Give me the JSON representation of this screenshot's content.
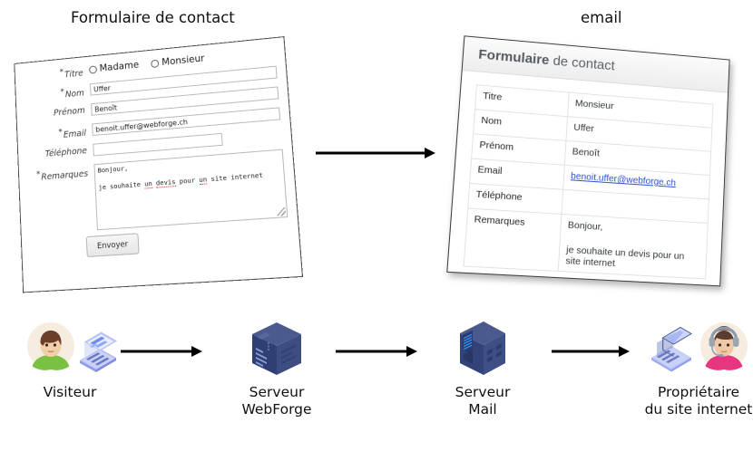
{
  "headings": {
    "form": "Formulaire de contact",
    "email": "email"
  },
  "contact_form": {
    "required_marker": "*",
    "title_row": {
      "label": "Titre",
      "required": true,
      "options": [
        "Madame",
        "Monsieur"
      ],
      "selected": null
    },
    "fields": [
      {
        "label": "Nom",
        "required": true,
        "value": "Uffer",
        "placeholder": ""
      },
      {
        "label": "Prénom",
        "required": false,
        "value": "Benoît",
        "placeholder": ""
      },
      {
        "label": "Email",
        "required": true,
        "value": "benoit.uffer@webforge.ch",
        "placeholder": ""
      },
      {
        "label": "Téléphone",
        "required": false,
        "value": "",
        "placeholder": ""
      }
    ],
    "remarks": {
      "label": "Remarques",
      "required": true,
      "line1": "Bonjour,",
      "line2_pre": "je souhaite ",
      "line2_sp1": "un",
      "line2_mid1": " ",
      "line2_sp2": "devis",
      "line2_mid2": " pour ",
      "line2_sp3": "un",
      "line2_post": " site internet"
    },
    "submit_label": "Envoyer"
  },
  "email_panel": {
    "header_title_bold": "Formulaire",
    "header_title_light": " de contact",
    "rows": [
      {
        "key": "Titre",
        "value": "Monsieur",
        "is_link": false
      },
      {
        "key": "Nom",
        "value": "Uffer",
        "is_link": false
      },
      {
        "key": "Prénom",
        "value": "Benoît",
        "is_link": false
      },
      {
        "key": "Email",
        "value": "benoit.uffer@webforge.ch",
        "is_link": true
      },
      {
        "key": "Téléphone",
        "value": "",
        "is_link": false
      }
    ],
    "remarks_key": "Remarques",
    "remarks_line1": "Bonjour,",
    "remarks_line2": "je souhaite un devis pour un site internet",
    "link_color": "#2a4fd6"
  },
  "flow": {
    "nodes": [
      {
        "id": "visiteur",
        "label_line1": "Visiteur",
        "label_line2": "",
        "icon": "visitor-laptop-icon"
      },
      {
        "id": "webforge",
        "label_line1": "Serveur",
        "label_line2": "WebForge",
        "icon": "server-tower-icon"
      },
      {
        "id": "mail",
        "label_line1": "Serveur",
        "label_line2": "Mail",
        "icon": "server-tower-icon"
      },
      {
        "id": "owner",
        "label_line1": "Propriétaire",
        "label_line2": "du site internet",
        "icon": "owner-laptop-icon"
      }
    ],
    "arrow_count": 4,
    "arrow_color": "#000000"
  },
  "colors": {
    "background": "#ffffff",
    "text": "#111111",
    "server_blue": "#3a4f86",
    "server_dark": "#2c3c6b",
    "accent_link": "#2a4fd6",
    "spellcheck_red": "#ee2222"
  }
}
